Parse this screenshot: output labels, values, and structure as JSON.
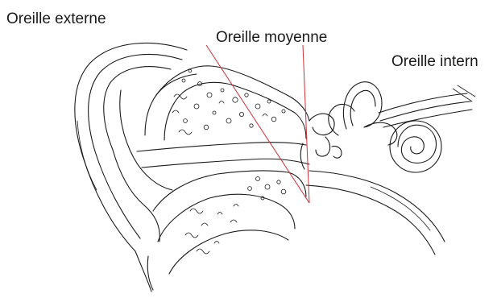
{
  "labels": {
    "outer_ear": "Oreille externe",
    "middle_ear": "Oreille moyenne",
    "inner_ear": "Oreille intern"
  },
  "colors": {
    "ink": "#1a1a1a",
    "pointer": "#d0303a",
    "background": "#ffffff"
  }
}
